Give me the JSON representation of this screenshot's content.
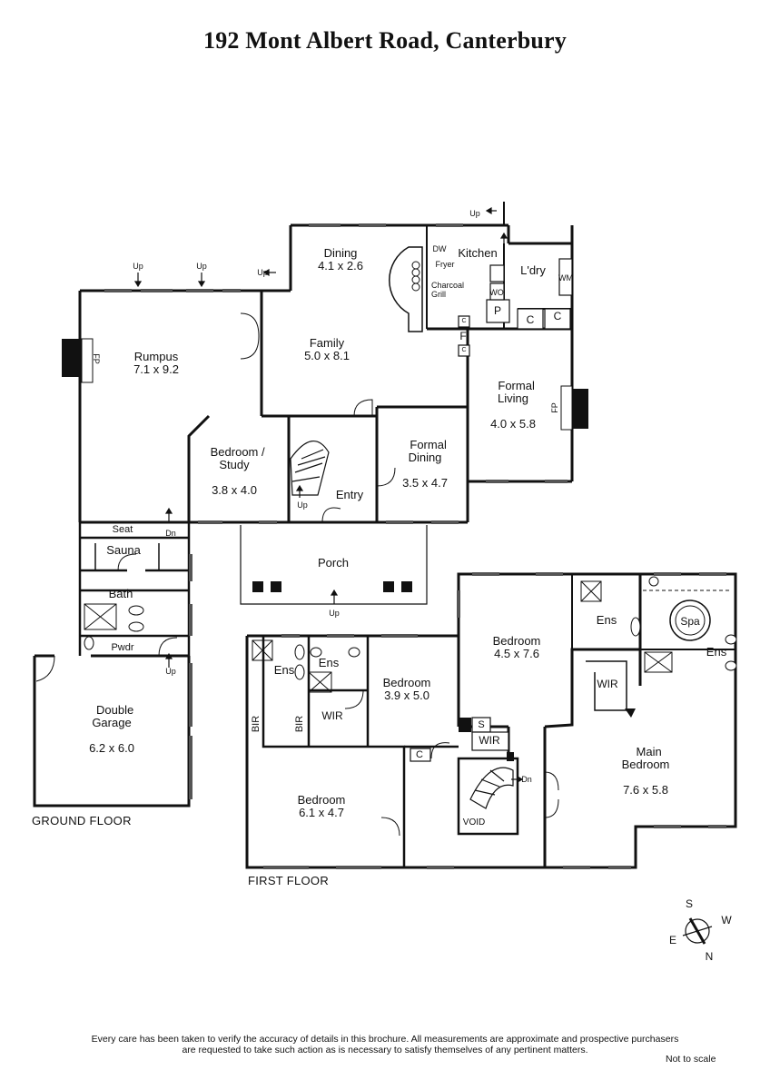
{
  "title": "192 Mont Albert Road, Canterbury",
  "ground_floor": {
    "label": "GROUND FLOOR",
    "rooms": {
      "dining": {
        "name": "Dining",
        "dims": "4.1 x 2.6"
      },
      "kitchen": {
        "name": "Kitchen"
      },
      "laundry": {
        "name": "L'dry"
      },
      "rumpus": {
        "name": "Rumpus",
        "dims": "7.1 x 9.2"
      },
      "family": {
        "name": "Family",
        "dims": "5.0 x 8.1"
      },
      "formal_living": {
        "name": "Formal\nLiving",
        "dims": "4.0 x 5.8"
      },
      "bedroom_study": {
        "name": "Bedroom /\nStudy",
        "dims": "3.8 x 4.0"
      },
      "formal_dining": {
        "name": "Formal\nDining",
        "dims": "3.5 x 4.7"
      },
      "entry": {
        "name": "Entry"
      },
      "porch": {
        "name": "Porch"
      },
      "sauna": {
        "name": "Sauna"
      },
      "bath": {
        "name": "Bath"
      },
      "double_garage": {
        "name": "Double\nGarage",
        "dims": "6.2 x 6.0"
      }
    },
    "fixtures": {
      "dw": "DW",
      "fryer": "Fryer",
      "charcoal_grill": "Charcoal\nGrill",
      "wm": "WM",
      "wo": "WO",
      "p": "P",
      "c_laundry_1": "C",
      "c_laundry_2": "C",
      "c_small_1": "C",
      "c_small_2": "C",
      "f": "F",
      "fp_rumpus": "FP",
      "fp_living": "FP",
      "seat": "Seat",
      "pwdr": "Pwdr"
    },
    "arrows": {
      "up_top": "Up",
      "up_rumpus_1": "Up",
      "up_rumpus_2": "Up",
      "up_dining": "Up",
      "dn_hall": "Dn",
      "up_stairs": "Up",
      "up_porch": "Up",
      "up_garage": "Up"
    }
  },
  "first_floor": {
    "label": "FIRST FLOOR",
    "rooms": {
      "bedroom_1": {
        "name": "Bedroom",
        "dims": "4.5 x 7.6"
      },
      "ens_1": {
        "name": "Ens"
      },
      "spa": {
        "name": "Spa"
      },
      "ens_2": {
        "name": "Ens"
      },
      "ens_3": {
        "name": "Ens"
      },
      "ens_4": {
        "name": "Ens"
      },
      "bedroom_2": {
        "name": "Bedroom",
        "dims": "3.9 x 5.0"
      },
      "wir_1": {
        "name": "WIR"
      },
      "wir_2": {
        "name": "WIR"
      },
      "wir_3": {
        "name": "WIR"
      },
      "bir_1": {
        "name": "BIR"
      },
      "bir_2": {
        "name": "BIR"
      },
      "main_bedroom": {
        "name": "Main\nBedroom",
        "dims": "7.6 x 5.8"
      },
      "bedroom_3": {
        "name": "Bedroom",
        "dims": "6.1 x 4.7"
      },
      "void": {
        "name": "VOID"
      }
    },
    "fixtures": {
      "s": "S",
      "c": "C"
    },
    "arrows": {
      "dn_stairs": "Dn"
    }
  },
  "compass": {
    "s": "S",
    "w": "W",
    "e": "E",
    "n": "N"
  },
  "footer": {
    "line1": "Every care has been taken to verify the accuracy of details in this brochure.  All measurements are approximate and prospective purchasers",
    "line2": "are requested to take such action as is necessary to satisfy themselves of any pertinent matters.",
    "not_to_scale": "Not to scale"
  }
}
